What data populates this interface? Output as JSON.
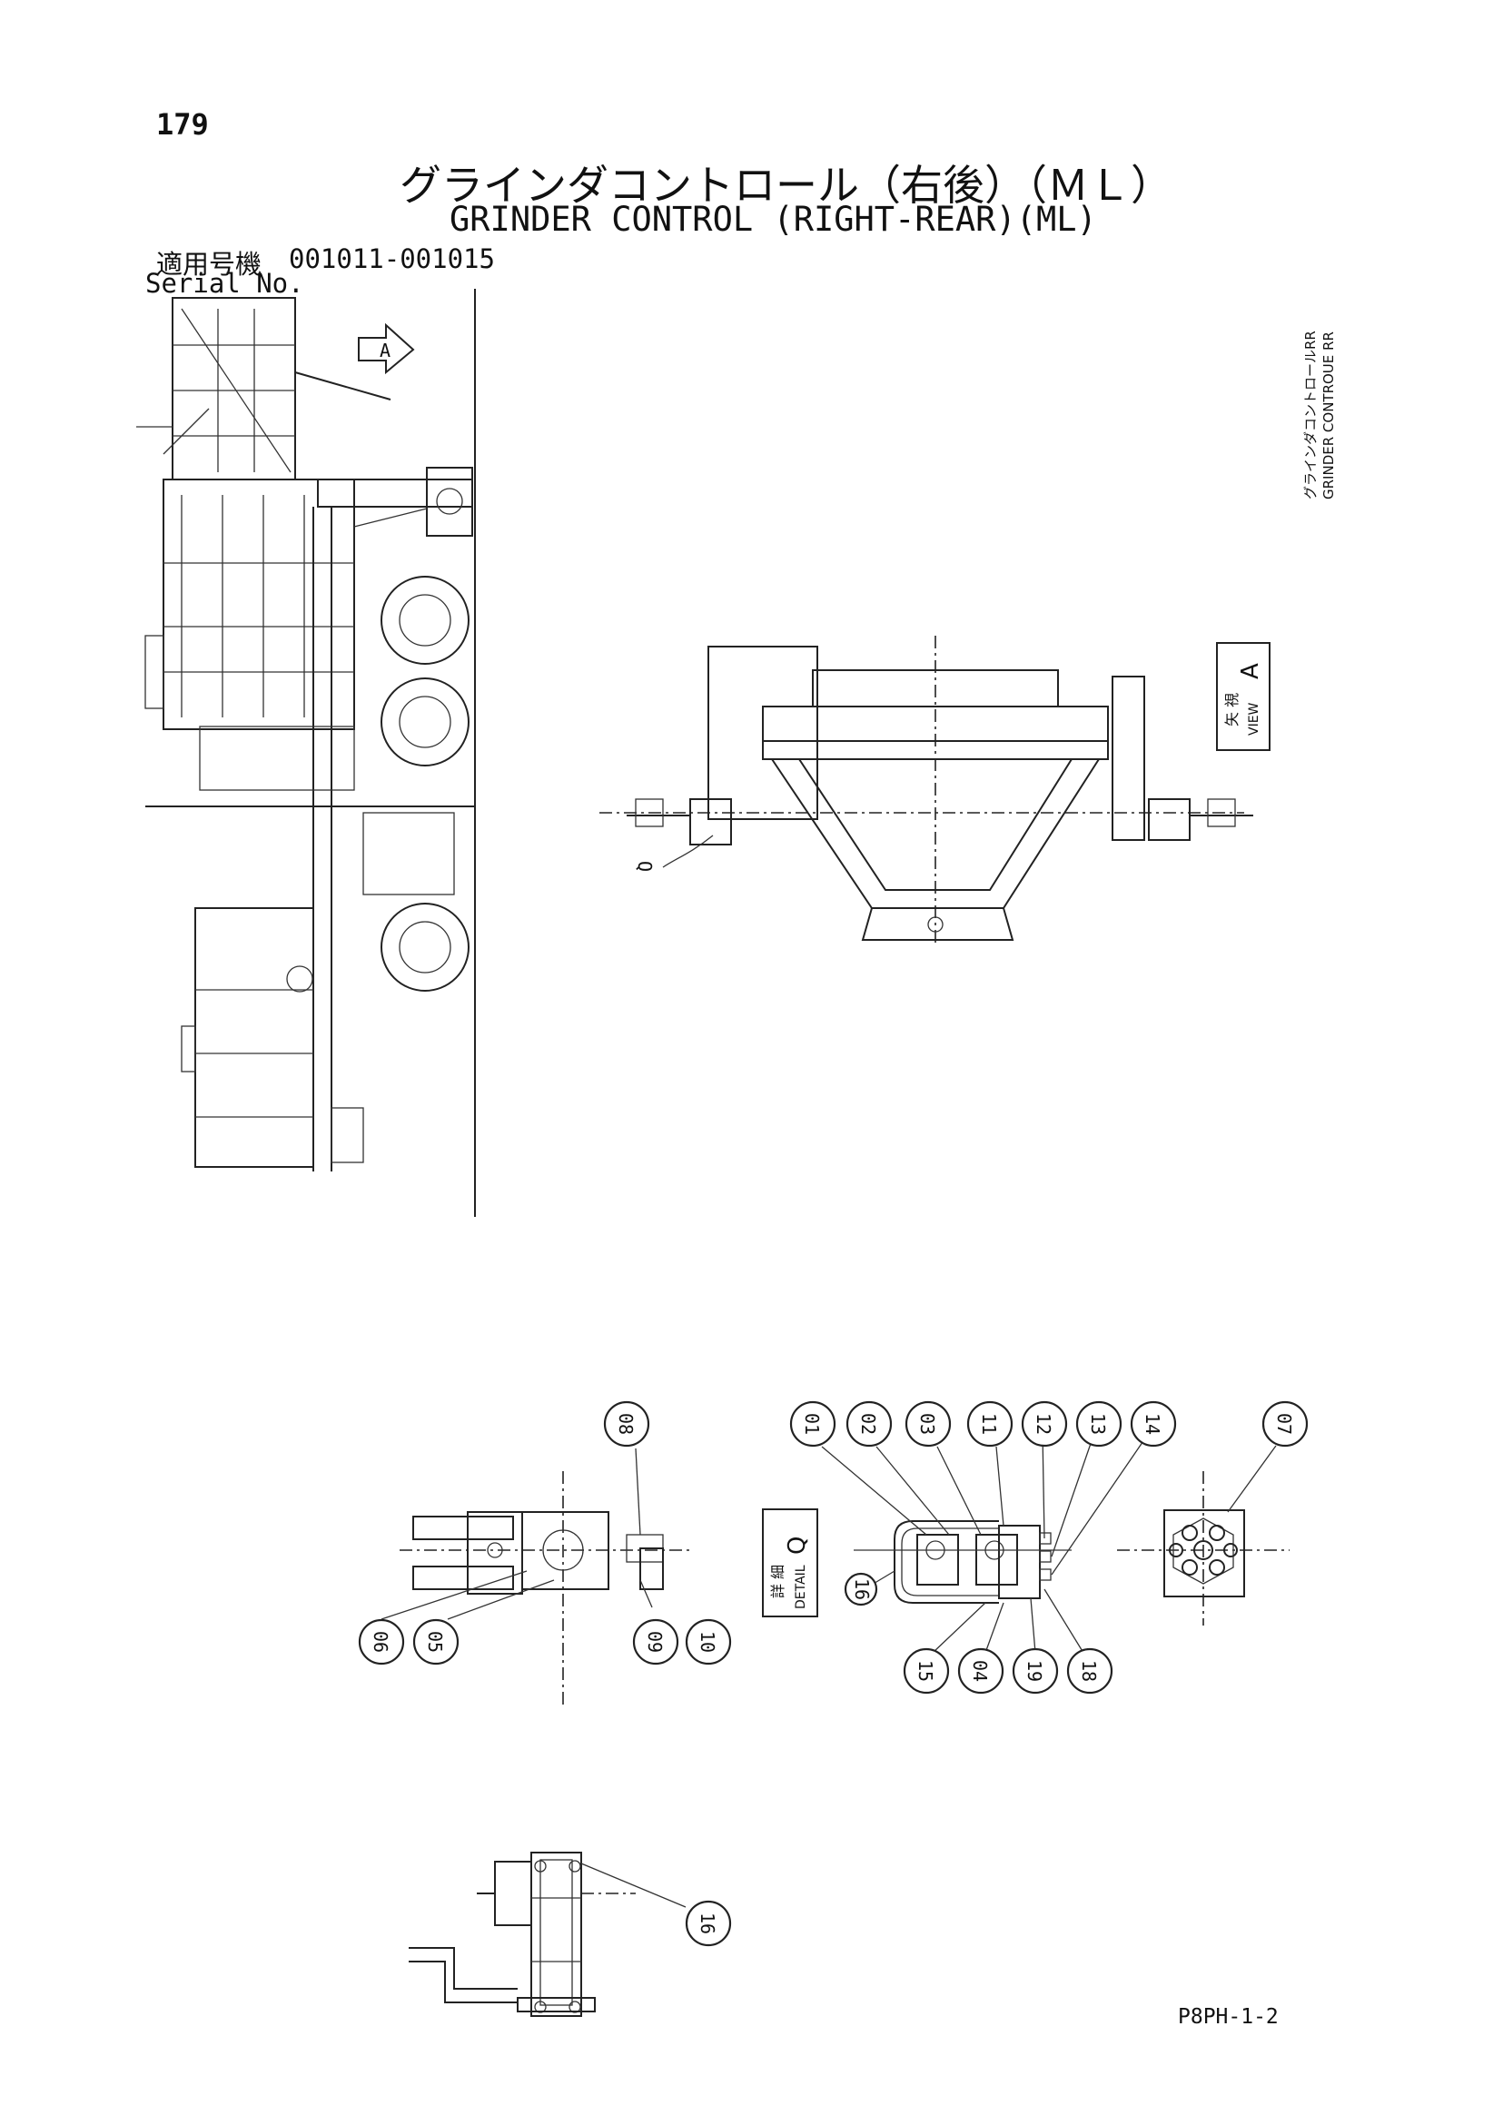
{
  "page_number": "179",
  "title_jp": "グラインダコントロール（右後）（ＭＬ）",
  "title_en": "GRINDER CONTROL (RIGHT-REAR)(ML)",
  "serial": {
    "label_jp": "適用号機",
    "range": "001011-001015",
    "label_en": "Serial No."
  },
  "side_note": [
    "グラインダコントロールRR",
    "GRINDER CONTROUE RR"
  ],
  "views": {
    "arrow_a": "A",
    "view_label_jp": "矢 視",
    "view_label_en": "VIEW",
    "view_letter": "A",
    "detail_label_jp": "詳 細",
    "detail_label_en": "DETAIL",
    "detail_letter": "Q",
    "callout_q": "Q"
  },
  "callouts": {
    "b01": "01",
    "b02": "02",
    "b03": "03",
    "b04": "04",
    "b05": "05",
    "b06": "06",
    "b07": "07",
    "b08": "08",
    "b09": "09",
    "b10": "10",
    "b11": "11",
    "b12": "12",
    "b13": "13",
    "b14": "14",
    "b15": "15",
    "b16a": "16",
    "b16b": "16",
    "b18": "18",
    "b19": "19"
  },
  "doc_code": "P8PH-1-2"
}
